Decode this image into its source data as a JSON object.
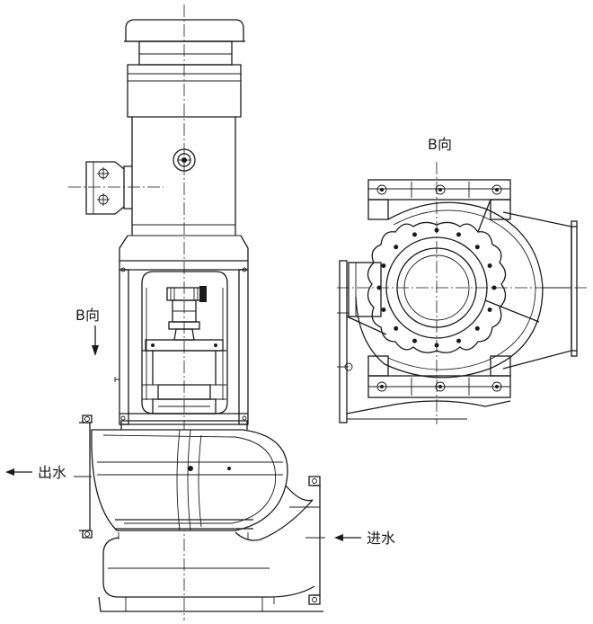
{
  "labels": {
    "view_b_top": "B向",
    "view_b_side": "B向",
    "outlet": "出水",
    "inlet": "进水"
  },
  "colors": {
    "line": "#1a1a1a",
    "background": "#ffffff"
  }
}
